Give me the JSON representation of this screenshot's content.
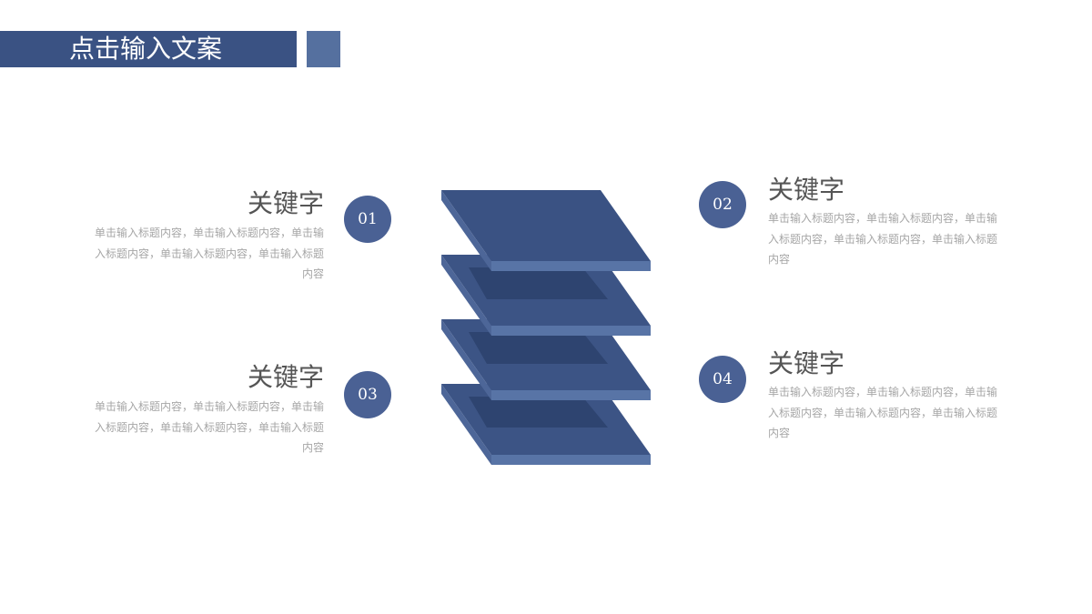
{
  "header": {
    "title": "点击输入文案"
  },
  "items": [
    {
      "number": "01",
      "keyword": "关键字",
      "text": "单击输入标题内容，单击输入标题内容，单击输入标题内容，单击输入标题内容，单击输入标题内容"
    },
    {
      "number": "02",
      "keyword": "关键字",
      "text": "单击输入标题内容，单击输入标题内容，单击输入标题内容，单击输入标题内容，单击输入标题内容"
    },
    {
      "number": "03",
      "keyword": "关键字",
      "text": "单击输入标题内容，单击输入标题内容，单击输入标题内容，单击输入标题内容，单击输入标题内容"
    },
    {
      "number": "04",
      "keyword": "关键字",
      "text": "单击输入标题内容，单击输入标题内容，单击输入标题内容，单击输入标题内容，单击输入标题内容"
    }
  ],
  "colors": {
    "primary": "#3a5283",
    "secondary": "#55709f",
    "circle": "#4a6194",
    "layer_top": "#3c5485",
    "layer_shadow": "#2e4470",
    "layer_side": "#5874a6"
  }
}
